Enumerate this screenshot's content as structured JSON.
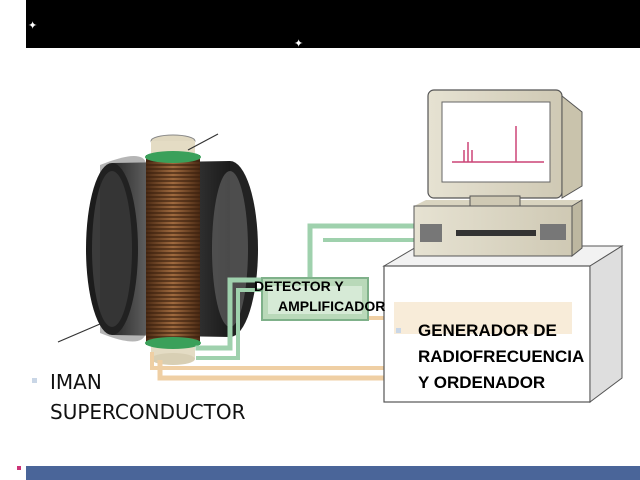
{
  "labels": {
    "detector_line1": "DETECTOR  Y",
    "detector_line2": "AMPLIFICADOR",
    "generator_line1": "GENERADOR DE",
    "generator_line2": "RADIOFRECUENCIA",
    "generator_line3": "Y ORDENADOR",
    "magnet_line1": "IMAN",
    "magnet_line2": "SUPERCONDUCTOR"
  },
  "colors": {
    "header": "#000000",
    "footer_band": "#4a6599",
    "cable_green": "#9fd1ad",
    "cable_peach": "#efcfa4",
    "spectrum_peaks": "#cc4477",
    "coil_copper": "#7a4a2a"
  },
  "icons": {
    "header_stars": "sparkle-icon",
    "bullets": "square-bullet-icon"
  }
}
